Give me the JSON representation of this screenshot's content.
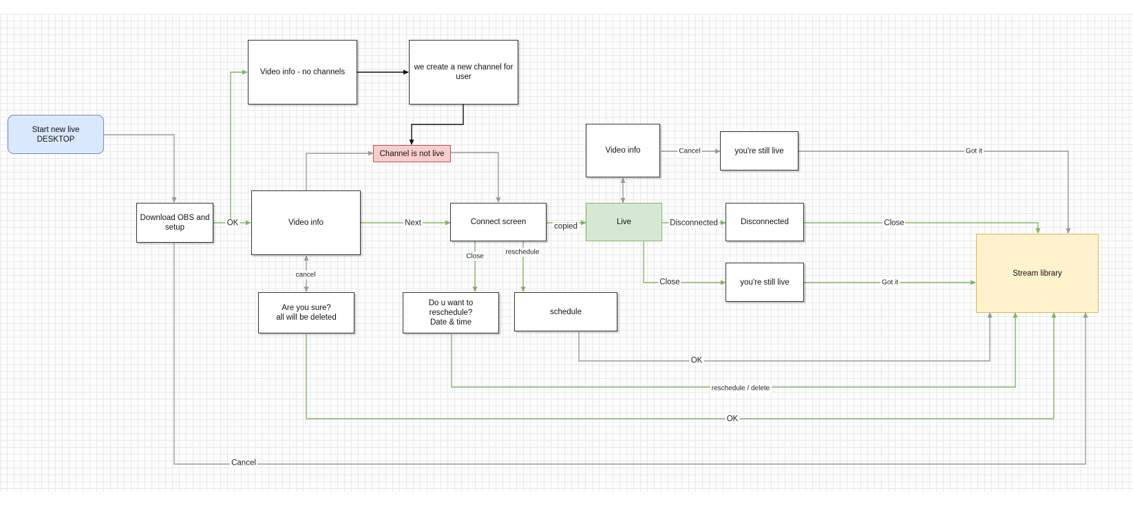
{
  "colors": {
    "flow_gray": "#9a9a9a",
    "flow_green": "#82b366",
    "flow_black": "#111111",
    "start_fill": "#dae8fc",
    "start_border": "#6c8ebf",
    "warn_fill": "#f8cecc",
    "warn_border": "#b85450",
    "live_fill": "#d5e8d4",
    "live_border": "#82b366",
    "library_fill": "#fff2cc",
    "library_border": "#d6b656"
  },
  "nodes": {
    "start": "Start new live\nDESKTOP",
    "download": "Download OBS and\nsetup",
    "video_info_no_channels": "Video info - no channels",
    "new_channel": "we create a new channel for\nuser",
    "channel_not_live": "Channel is not live",
    "video_info_main": "Video info",
    "are_you_sure": "Are you sure?\nall will be deleted",
    "connect_screen": "Connect screen",
    "reschedule_prompt": "Do u want to reschedule?\nDate & time",
    "schedule": "schedule",
    "video_info_live": "Video info",
    "still_live_top": "you're still live",
    "live": "Live",
    "disconnected": "Disconnected",
    "still_live_bottom": "you're still live",
    "stream_library": "Stream library"
  },
  "edge_labels": {
    "ok_download": "OK",
    "next": "Next",
    "copied": "copied",
    "cancel_video_info": "cancel",
    "close_connect": "Close",
    "reschedule": "reschedule",
    "cancel_live_info": "Cancel",
    "got_it_top": "Got it",
    "disconnected": "Disconnected",
    "close_disconnected": "Close",
    "close_live": "Close",
    "got_it_bottom": "Got it",
    "ok_schedule": "OK",
    "reschedule_delete": "reschedule / delete",
    "ok_are_you_sure": "OK",
    "cancel_download": "Cancel"
  }
}
